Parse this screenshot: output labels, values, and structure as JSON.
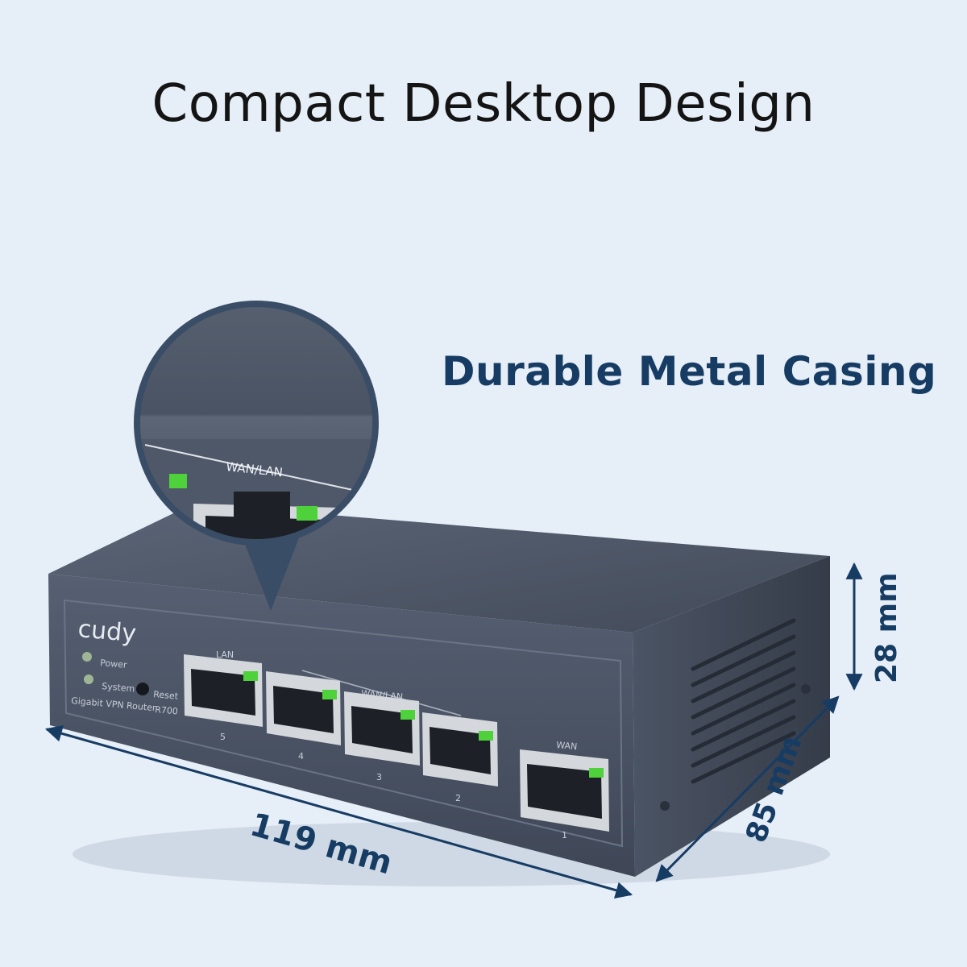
{
  "headline": "Compact Desktop Design",
  "callout": "Durable Metal Casing",
  "device": {
    "brand": "cudy",
    "led_labels": [
      "Power",
      "System"
    ],
    "reset_label": "Reset",
    "model_line": "Gigabit VPN Router",
    "model": "R700",
    "lan_group_label": "LAN",
    "wanlan_group_label": "WAN/LAN",
    "wan_group_label": "WAN",
    "port_numbers": [
      "5",
      "4",
      "3",
      "2",
      "1"
    ]
  },
  "zoom": {
    "label": "WAN/LAN"
  },
  "dimensions": {
    "width": "119 mm",
    "depth": "85 mm",
    "height": "28 mm"
  },
  "colors": {
    "background": "#e6eef7",
    "callout_text": "#173c63",
    "arrow": "#173c63",
    "casing": "#4d5667",
    "led_green": "#4fd13b"
  }
}
